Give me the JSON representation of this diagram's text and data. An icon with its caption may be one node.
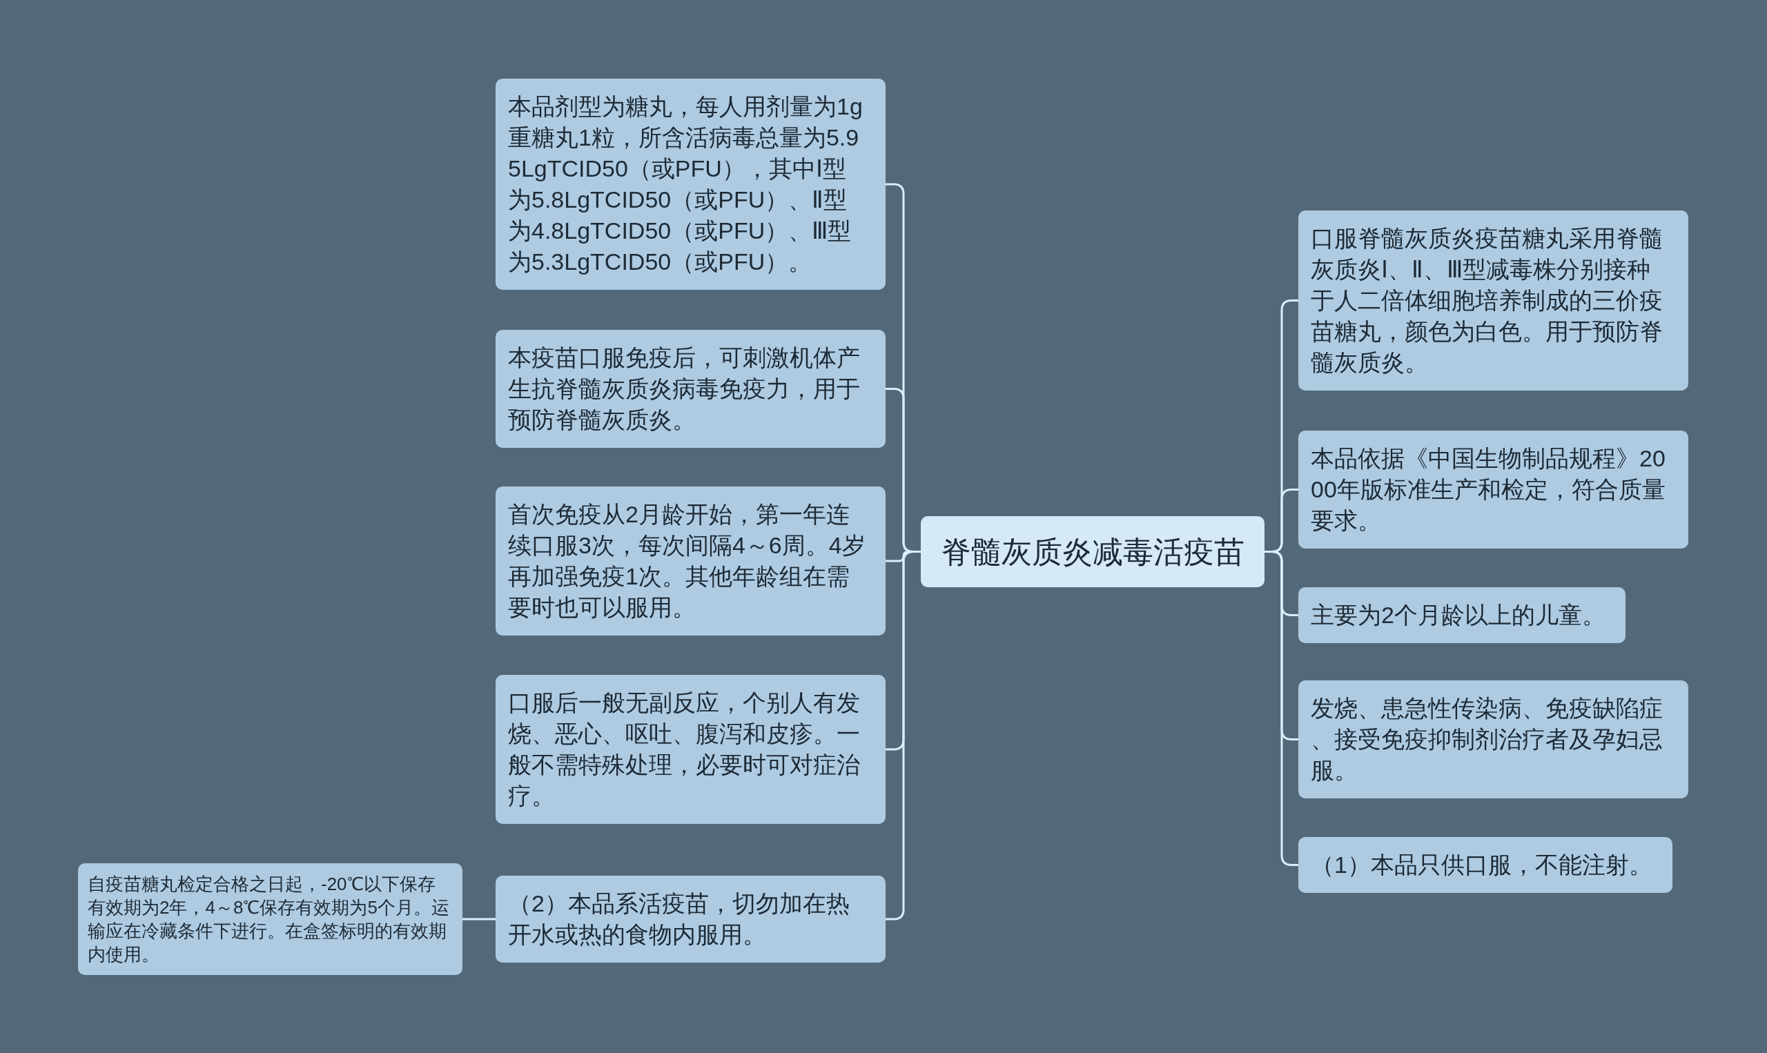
{
  "diagram": {
    "nodes": [
      {
        "text": [
          "脊髓灰质炎减毒活疫苗"
        ]
      },
      {
        "text": [
          "口服脊髓灰质炎疫苗糖丸采用脊髓灰质炎Ⅰ、Ⅱ、Ⅲ型减毒株分别接种于人二倍体细胞培养制成的三价疫苗糖丸，颜色为白色。用于预防脊髓灰质炎。"
        ]
      },
      {
        "text": [
          "本品依据《中国生物制品规程》2000年版标准生产和检定，符合质量要求。"
        ]
      },
      {
        "text": [
          "主要为2个月龄以上的儿童。"
        ]
      },
      {
        "text": [
          "发烧、患急性传染病、免疫缺陷症、接受免疫抑制剂治疗者及孕妇忌服。"
        ]
      },
      {
        "text": [
          "（1）本品只供口服，不能注射。"
        ]
      },
      {
        "text": [
          "本品剂型为糖丸，每人用剂量为1g重糖丸1粒，所含活病毒总量为5.95LgTCID50（或PFU），其中Ⅰ型为5.8LgTCID50（或PFU）、Ⅱ型为4.8LgTCID50（或PFU）、Ⅲ型为5.3LgTCID50（或PFU）。"
        ]
      },
      {
        "text": [
          "本疫苗口服免疫后，可刺激机体产生抗脊髓灰质炎病毒免疫力，用于预防脊髓灰质炎。"
        ]
      },
      {
        "text": [
          "首次免疫从2月龄开始，第一年连续口服3次，每次间隔4～6周。4岁再加强免疫1次。其他年龄组在需要时也可以服用。"
        ]
      },
      {
        "text": [
          "口服后一般无副反应，个别人有发烧、恶心、呕吐、腹泻和皮疹。一般不需特殊处理，必要时可对症治疗。"
        ]
      },
      {
        "text": [
          "（2）本品系活疫苗，切勿加在热开水或热的食物内服用。"
        ]
      },
      {
        "text": [
          "自疫苗糖丸检定合格之日起，-20℃以下保存有效期为2年，4～8℃保存有效期为5个月。运输应在冷藏条件下进行。在盒签标明的有效期内使用。"
        ]
      }
    ],
    "edges": [
      {
        "from": 0,
        "to": 1,
        "arrow": "none"
      },
      {
        "from": 0,
        "to": 2,
        "arrow": "none"
      },
      {
        "from": 0,
        "to": 3,
        "arrow": "none"
      },
      {
        "from": 0,
        "to": 4,
        "arrow": "none"
      },
      {
        "from": 0,
        "to": 5,
        "arrow": "none"
      },
      {
        "from": 0,
        "to": 6,
        "arrow": "none"
      },
      {
        "from": 0,
        "to": 7,
        "arrow": "none"
      },
      {
        "from": 0,
        "to": 8,
        "arrow": "none"
      },
      {
        "from": 0,
        "to": 9,
        "arrow": "none"
      },
      {
        "from": 0,
        "to": 10,
        "arrow": "none"
      },
      {
        "from": 10,
        "to": 11,
        "arrow": "none"
      }
    ]
  }
}
